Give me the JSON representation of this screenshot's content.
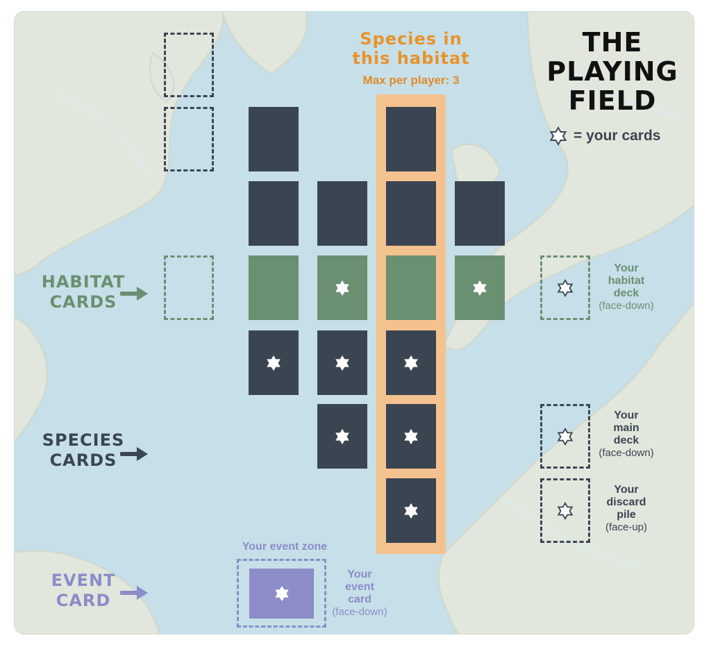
{
  "title": {
    "line1": "THE",
    "line2": "PLAYING",
    "line3": "FIELD"
  },
  "legend": {
    "text": "= your cards",
    "icon": "star-outline-icon"
  },
  "habitat_column": {
    "line1": "Species in",
    "line2": "this habitat",
    "max": "Max per player: 3"
  },
  "left_labels": {
    "habitat": {
      "line1": "HABITAT",
      "line2": "CARDS"
    },
    "species": {
      "line1": "SPECIES",
      "line2": "CARDS"
    },
    "event": {
      "line1": "EVENT",
      "line2": "CARD"
    }
  },
  "event_zone": {
    "label": "Your event zone"
  },
  "event_card_note": {
    "l1": "Your",
    "l2": "event",
    "l3": "card",
    "l4": "(face-down)"
  },
  "habitat_deck": {
    "l1": "Your",
    "l2": "habitat",
    "l3": "deck",
    "l4": "(face-down)"
  },
  "main_deck": {
    "l1": "Your",
    "l2": "main",
    "l3": "deck",
    "l4": "(face-down)"
  },
  "discard_pile": {
    "l1": "Your",
    "l2": "discard",
    "l3": "pile",
    "l4": "(face-up)"
  },
  "colors": {
    "dark_card": "#3b4551",
    "habitat_green": "#6b8f71",
    "event_purple": "#8b8cc8",
    "highlight_orange": "#f4c28f",
    "title_orange": "#e8932a",
    "water": "#c8e0e8",
    "land": "#e4e8df"
  }
}
